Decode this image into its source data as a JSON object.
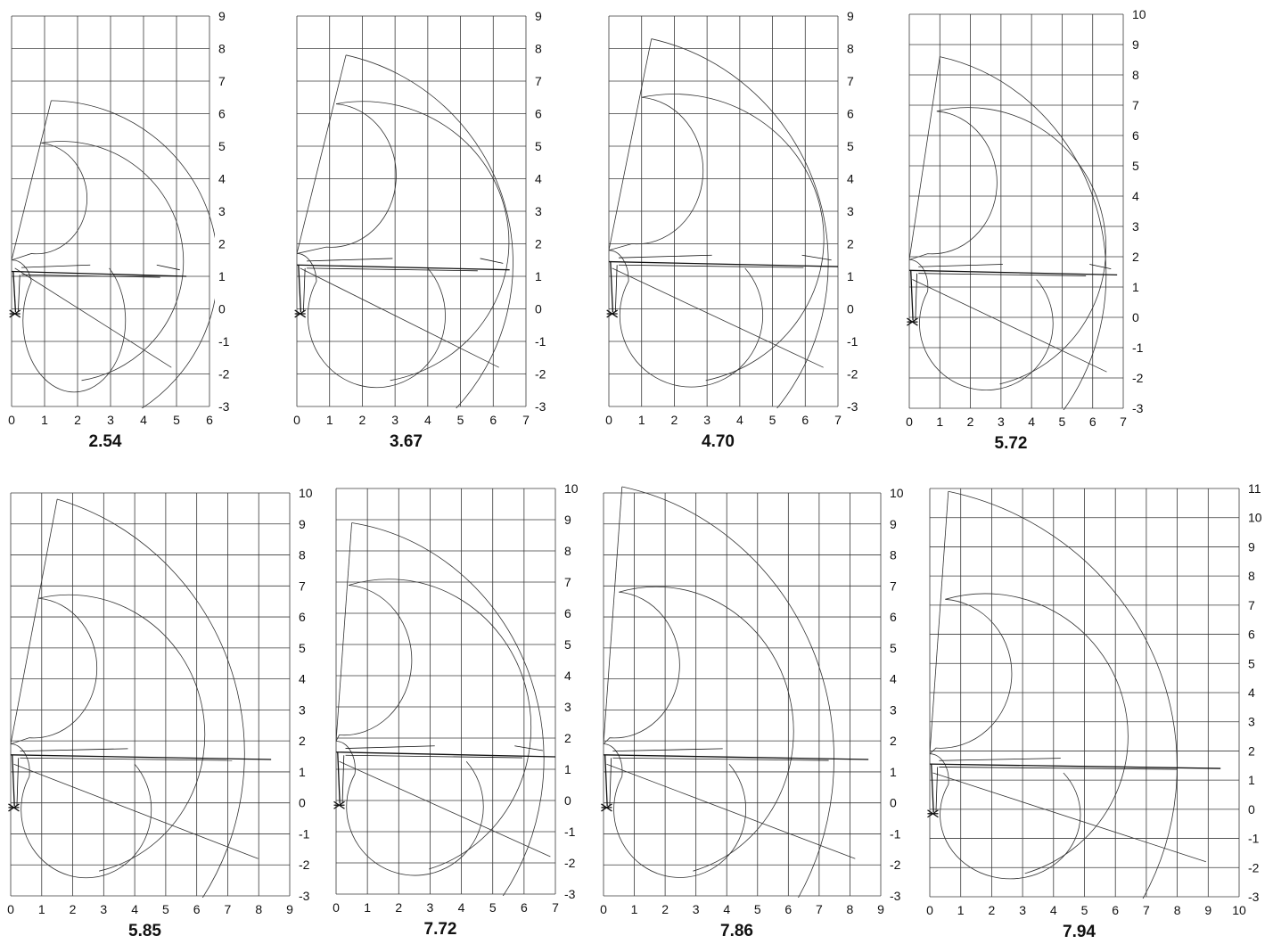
{
  "diagrams": [
    {
      "caption": "2.54",
      "x_ticks": [
        "0",
        "1",
        "2",
        "3",
        "4",
        "5",
        "6"
      ],
      "y_ticks": [
        "9",
        "8",
        "7",
        "6",
        "5",
        "4",
        "3",
        "2",
        "1",
        "0",
        "-1",
        "-2",
        "-3"
      ],
      "x_max": 6,
      "y_min": -3,
      "y_max": 9
    },
    {
      "caption": "3.67",
      "x_ticks": [
        "0",
        "1",
        "2",
        "3",
        "4",
        "5",
        "6",
        "7"
      ],
      "y_ticks": [
        "9",
        "8",
        "7",
        "6",
        "5",
        "4",
        "3",
        "2",
        "1",
        "0",
        "-1",
        "-2",
        "-3"
      ],
      "x_max": 7,
      "y_min": -3,
      "y_max": 9
    },
    {
      "caption": "4.70",
      "x_ticks": [
        "0",
        "1",
        "2",
        "3",
        "4",
        "5",
        "6",
        "7"
      ],
      "y_ticks": [
        "9",
        "8",
        "7",
        "6",
        "5",
        "4",
        "3",
        "2",
        "1",
        "0",
        "-1",
        "-2",
        "-3"
      ],
      "x_max": 7,
      "y_min": -3,
      "y_max": 9
    },
    {
      "caption": "5.72",
      "x_ticks": [
        "0",
        "1",
        "2",
        "3",
        "4",
        "5",
        "6",
        "7"
      ],
      "y_ticks": [
        "10",
        "9",
        "8",
        "7",
        "6",
        "5",
        "4",
        "3",
        "2",
        "1",
        "0",
        "-1",
        "-2",
        "-3"
      ],
      "x_max": 7,
      "y_min": -3,
      "y_max": 10
    },
    {
      "caption": "5.85",
      "x_ticks": [
        "0",
        "1",
        "2",
        "3",
        "4",
        "5",
        "6",
        "7",
        "8",
        "9"
      ],
      "y_ticks": [
        "10",
        "9",
        "8",
        "7",
        "6",
        "5",
        "4",
        "3",
        "2",
        "1",
        "0",
        "-1",
        "-2",
        "-3"
      ],
      "x_max": 9,
      "y_min": -3,
      "y_max": 10
    },
    {
      "caption": "7.72",
      "x_ticks": [
        "0",
        "1",
        "2",
        "3",
        "4",
        "5",
        "6",
        "7"
      ],
      "y_ticks": [
        "10",
        "9",
        "8",
        "7",
        "6",
        "5",
        "4",
        "3",
        "2",
        "1",
        "0",
        "-1",
        "-2",
        "-3"
      ],
      "x_max": 7,
      "y_min": -3,
      "y_max": 10
    },
    {
      "caption": "7.86",
      "x_ticks": [
        "0",
        "1",
        "2",
        "3",
        "4",
        "5",
        "6",
        "7",
        "8",
        "9"
      ],
      "y_ticks": [
        "10",
        "9",
        "8",
        "7",
        "6",
        "5",
        "4",
        "3",
        "2",
        "1",
        "0",
        "-1",
        "-2",
        "-3"
      ],
      "x_max": 9,
      "y_min": -3,
      "y_max": 10
    },
    {
      "caption": "7.94",
      "x_ticks": [
        "0",
        "1",
        "2",
        "3",
        "4",
        "5",
        "6",
        "7",
        "8",
        "9",
        "10"
      ],
      "y_ticks": [
        "11",
        "10",
        "9",
        "8",
        "7",
        "6",
        "5",
        "4",
        "3",
        "2",
        "1",
        "0",
        "-1",
        "-2",
        "-3"
      ],
      "x_max": 10,
      "y_min": -3,
      "y_max": 11
    }
  ]
}
